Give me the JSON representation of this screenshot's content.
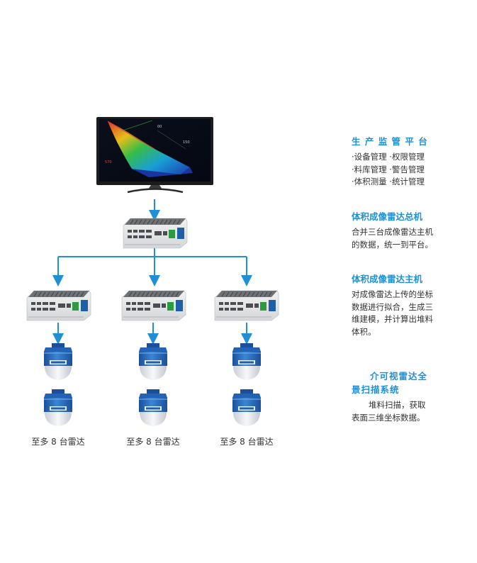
{
  "colors": {
    "accent": "#1f8fd6",
    "radar_body": "#2c74c6",
    "radar_dome": "#e6e9ee",
    "server_body": "#e6e6e6",
    "monitor_bezel": "#1c1c1c"
  },
  "monitor": {
    "labels": [
      "00",
      "150",
      "570"
    ]
  },
  "radar_groups": [
    {
      "label": "至多 8 台雷达"
    },
    {
      "label": "至多 8 台雷达"
    },
    {
      "label": "至多 8 台雷达"
    }
  ],
  "panels": [
    {
      "title": "生 产 监 管 平 台",
      "lines": [
        "·设备管理 ·权限管理",
        "·料库管理 ·警告管理",
        "·体积测量 ·统计管理"
      ]
    },
    {
      "title": "体积成像雷达总机",
      "lines": [
        "合并三台成像雷达主机",
        "的数据，统一到平台。"
      ]
    },
    {
      "title": "体积成像雷达主机",
      "lines": [
        "对成像雷达上传的坐标",
        "数据进行拟合，生成三",
        "维建模，并计算出堆料",
        "体积。"
      ]
    },
    {
      "title_lines": [
        "介可视雷达全",
        "景扫描系统"
      ],
      "lines": [
        "堆料扫描，获取",
        "表面三维坐标数据。"
      ]
    }
  ]
}
